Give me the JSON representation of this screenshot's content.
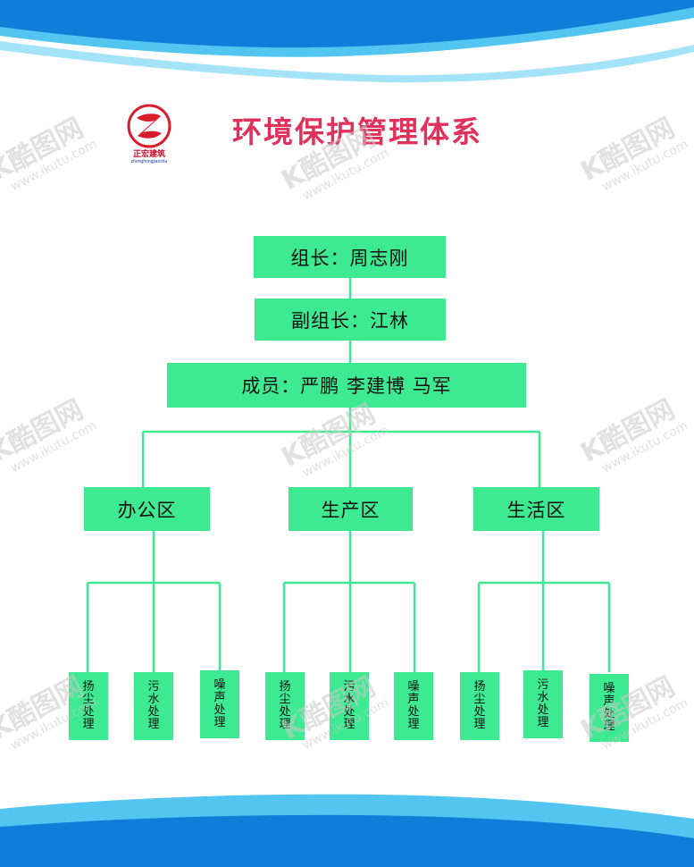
{
  "header": {
    "title": "环境保护管理体系",
    "logo": {
      "name_cn": "正宏建筑",
      "name_en": "zhenghongjianzhu"
    }
  },
  "org": {
    "leader": "组长：周志刚",
    "deputy": "副组长：江林",
    "members": "成员：严鹏  李建博   马军",
    "zones": [
      {
        "label": "办公区",
        "tasks": [
          "扬尘处理",
          "污水处理",
          "噪声处理"
        ]
      },
      {
        "label": "生产区",
        "tasks": [
          "扬尘处理",
          "污水处理",
          "噪声处理"
        ]
      },
      {
        "label": "生活区",
        "tasks": [
          "扬尘处理",
          "污水处理",
          "噪声处理"
        ]
      }
    ]
  },
  "watermark": {
    "main": "K酷图网",
    "sub": "www.ikutu.com"
  },
  "colors": {
    "box": "#3dea92",
    "line": "#3dea92",
    "title": "#e0305c",
    "wave_dark": "#0f7ed8",
    "wave_light": "#52c6f0"
  }
}
